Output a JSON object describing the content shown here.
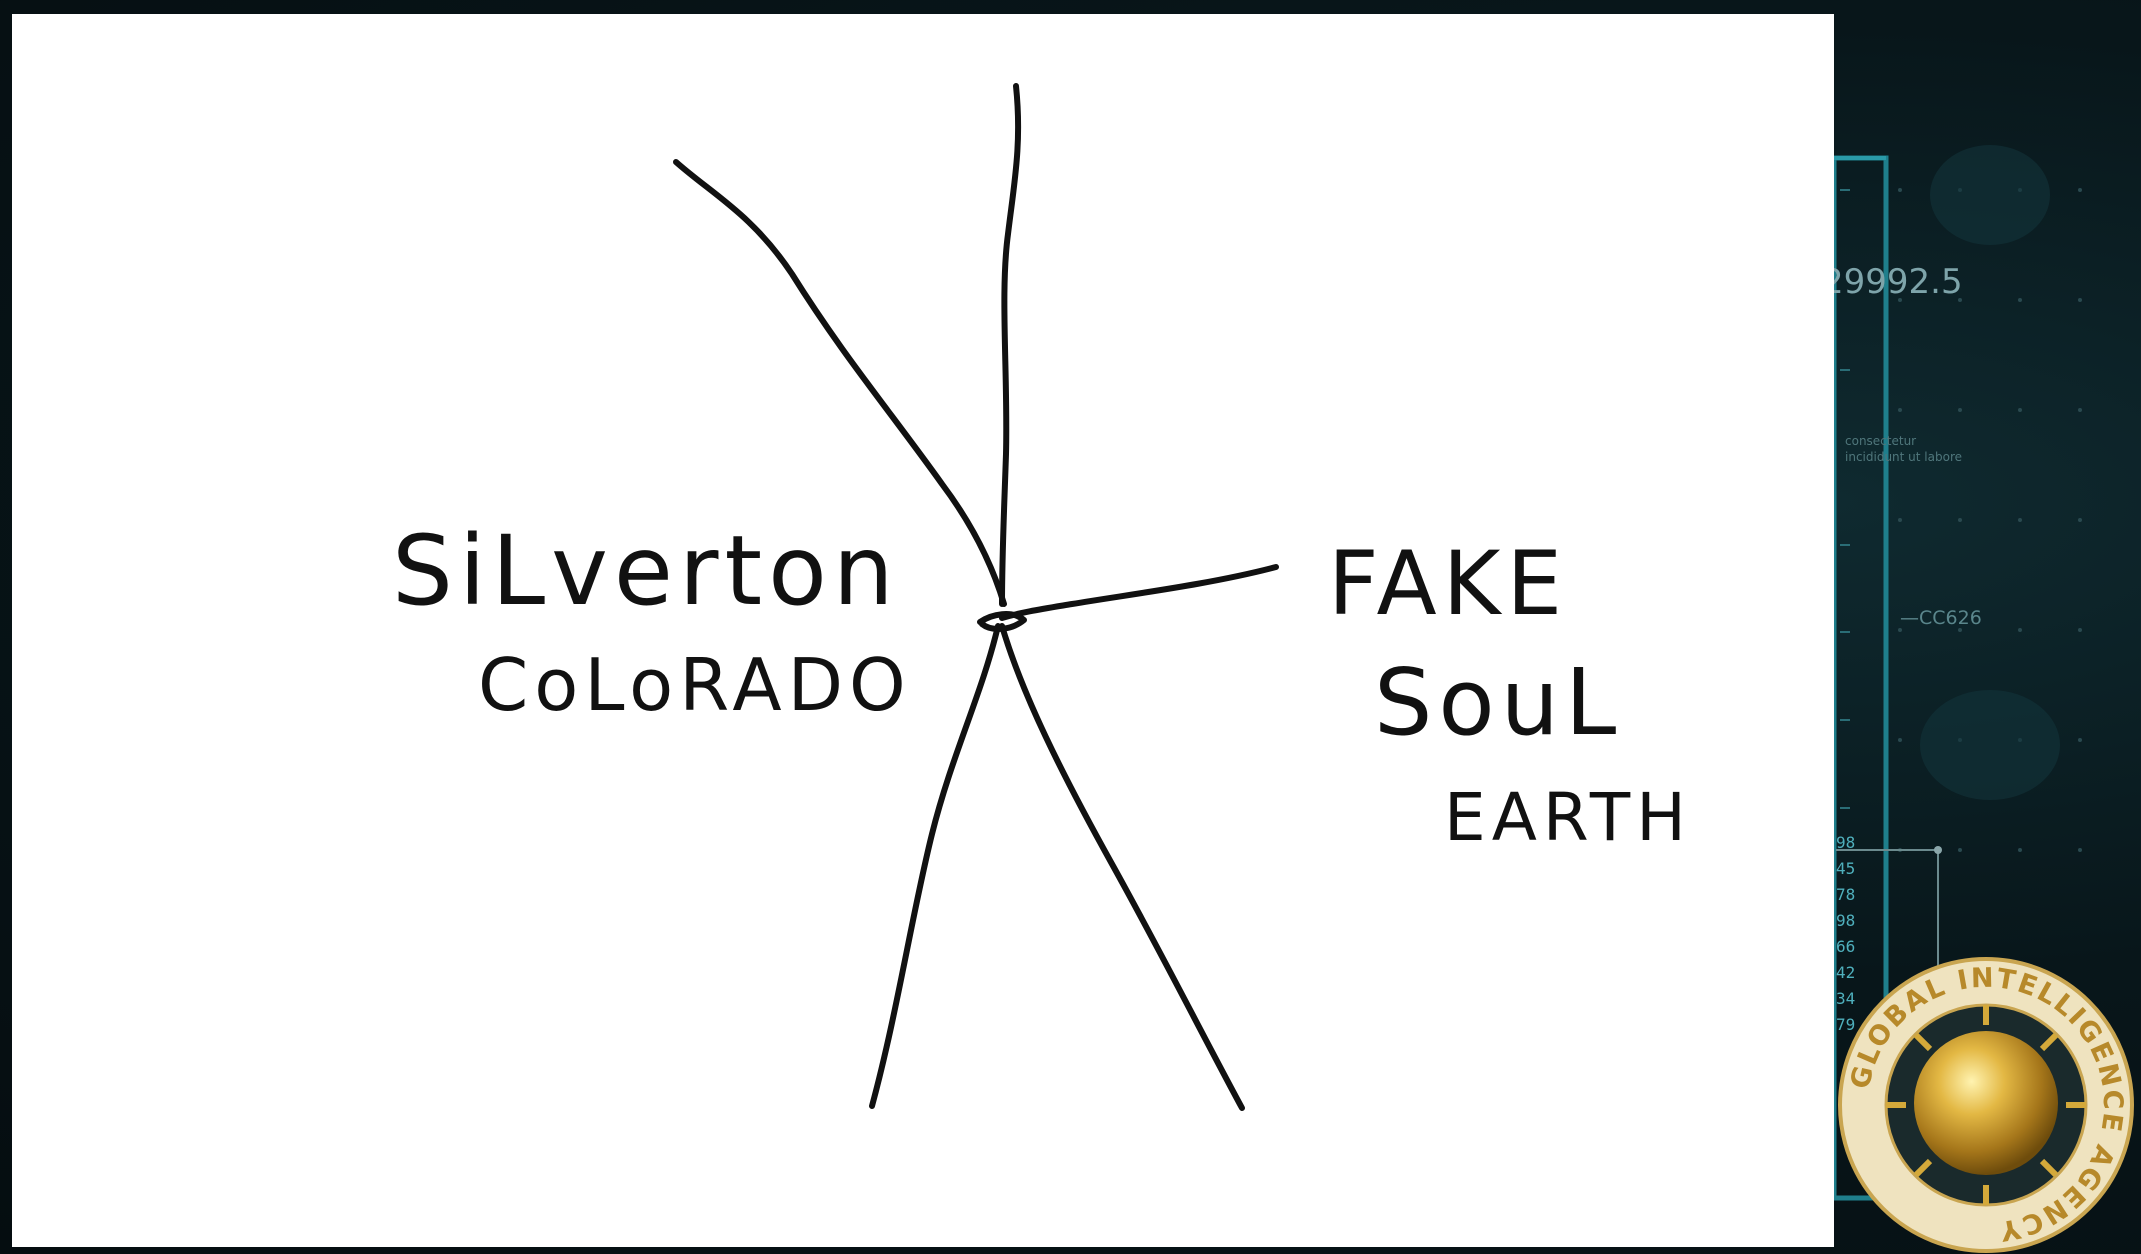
{
  "background_hud": {
    "big_number": "29992.5",
    "small_text_line1": "consectetur",
    "small_text_line2": "incididunt ut labore",
    "code_label": "—CC626",
    "number_column": [
      "98",
      "45",
      "78",
      "98",
      "66",
      "42",
      "34",
      "79"
    ]
  },
  "whiteboard": {
    "label_left_line1": "SiLverton",
    "label_left_line2": "CoLoRADO",
    "label_right_line1": "FAKE",
    "label_right_line2": "SouL",
    "label_right_line3": "EARTH"
  },
  "seal": {
    "ring_text": "GLOBAL INTELLIGENCE AGENCY",
    "gold_color": "#d4a93a",
    "ring_color": "#e8d9a8"
  }
}
